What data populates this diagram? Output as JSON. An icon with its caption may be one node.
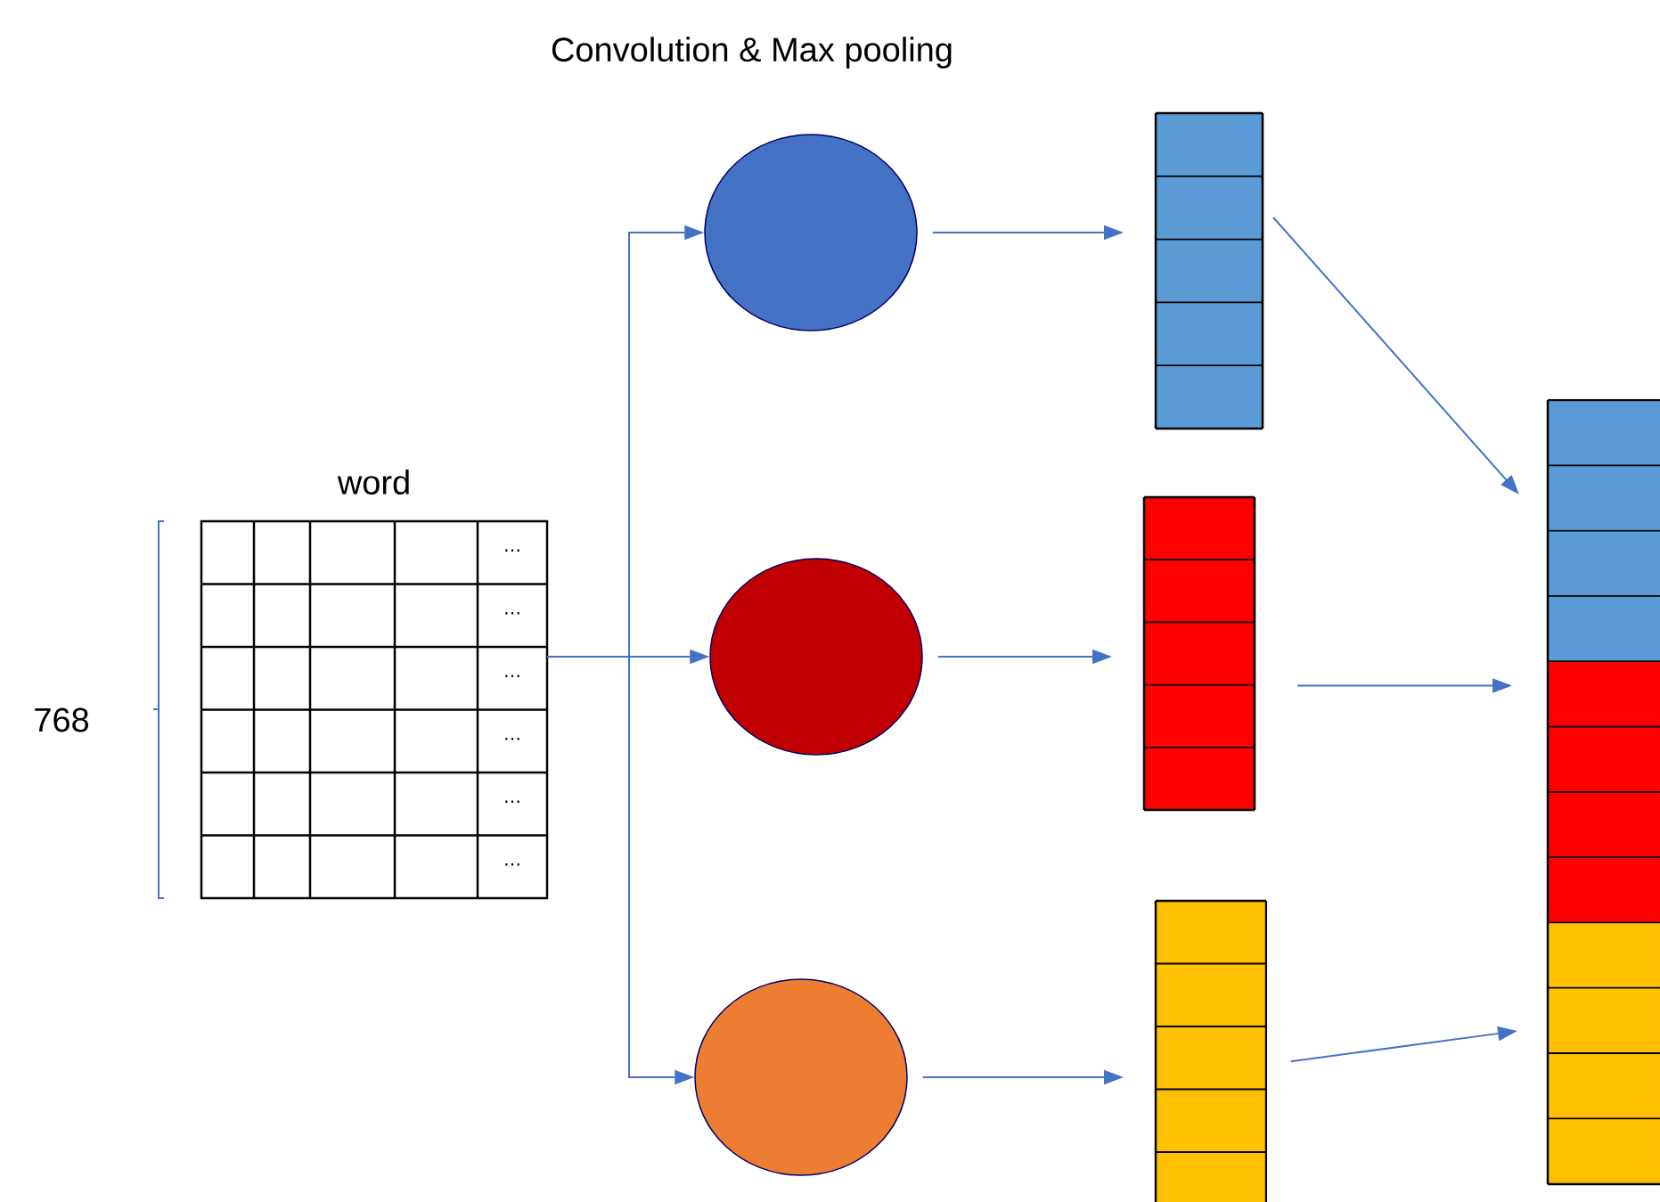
{
  "diagram": {
    "title": "Convolution & Max pooling",
    "nodes": [
      {
        "text": [
          "word",
          "⋯",
          "⋯",
          "⋯",
          "⋯",
          "⋯",
          "⋯"
        ]
      },
      {
        "text": [],
        "shape": "circle"
      },
      {
        "text": [],
        "shape": "circle"
      },
      {
        "text": [],
        "shape": "circle"
      },
      {
        "text": [],
        "shape": "bar"
      },
      {
        "text": [],
        "shape": "bar"
      },
      {
        "text": [],
        "shape": "bar"
      },
      {
        "text": [],
        "shape": "bar"
      }
    ],
    "edges": [
      {
        "from": 0,
        "to": 1,
        "arrow": "to"
      },
      {
        "from": 0,
        "to": 2,
        "arrow": "to"
      },
      {
        "from": 0,
        "to": 3,
        "arrow": "to"
      },
      {
        "from": 1,
        "to": 4,
        "arrow": "to"
      },
      {
        "from": 2,
        "to": 5,
        "arrow": "to"
      },
      {
        "from": 3,
        "to": 6,
        "arrow": "to"
      },
      {
        "from": 4,
        "to": 7,
        "arrow": "to"
      },
      {
        "from": 5,
        "to": 7,
        "arrow": "to"
      },
      {
        "from": 6,
        "to": 7,
        "arrow": "to"
      }
    ],
    "labels": [
      "768"
    ]
  }
}
